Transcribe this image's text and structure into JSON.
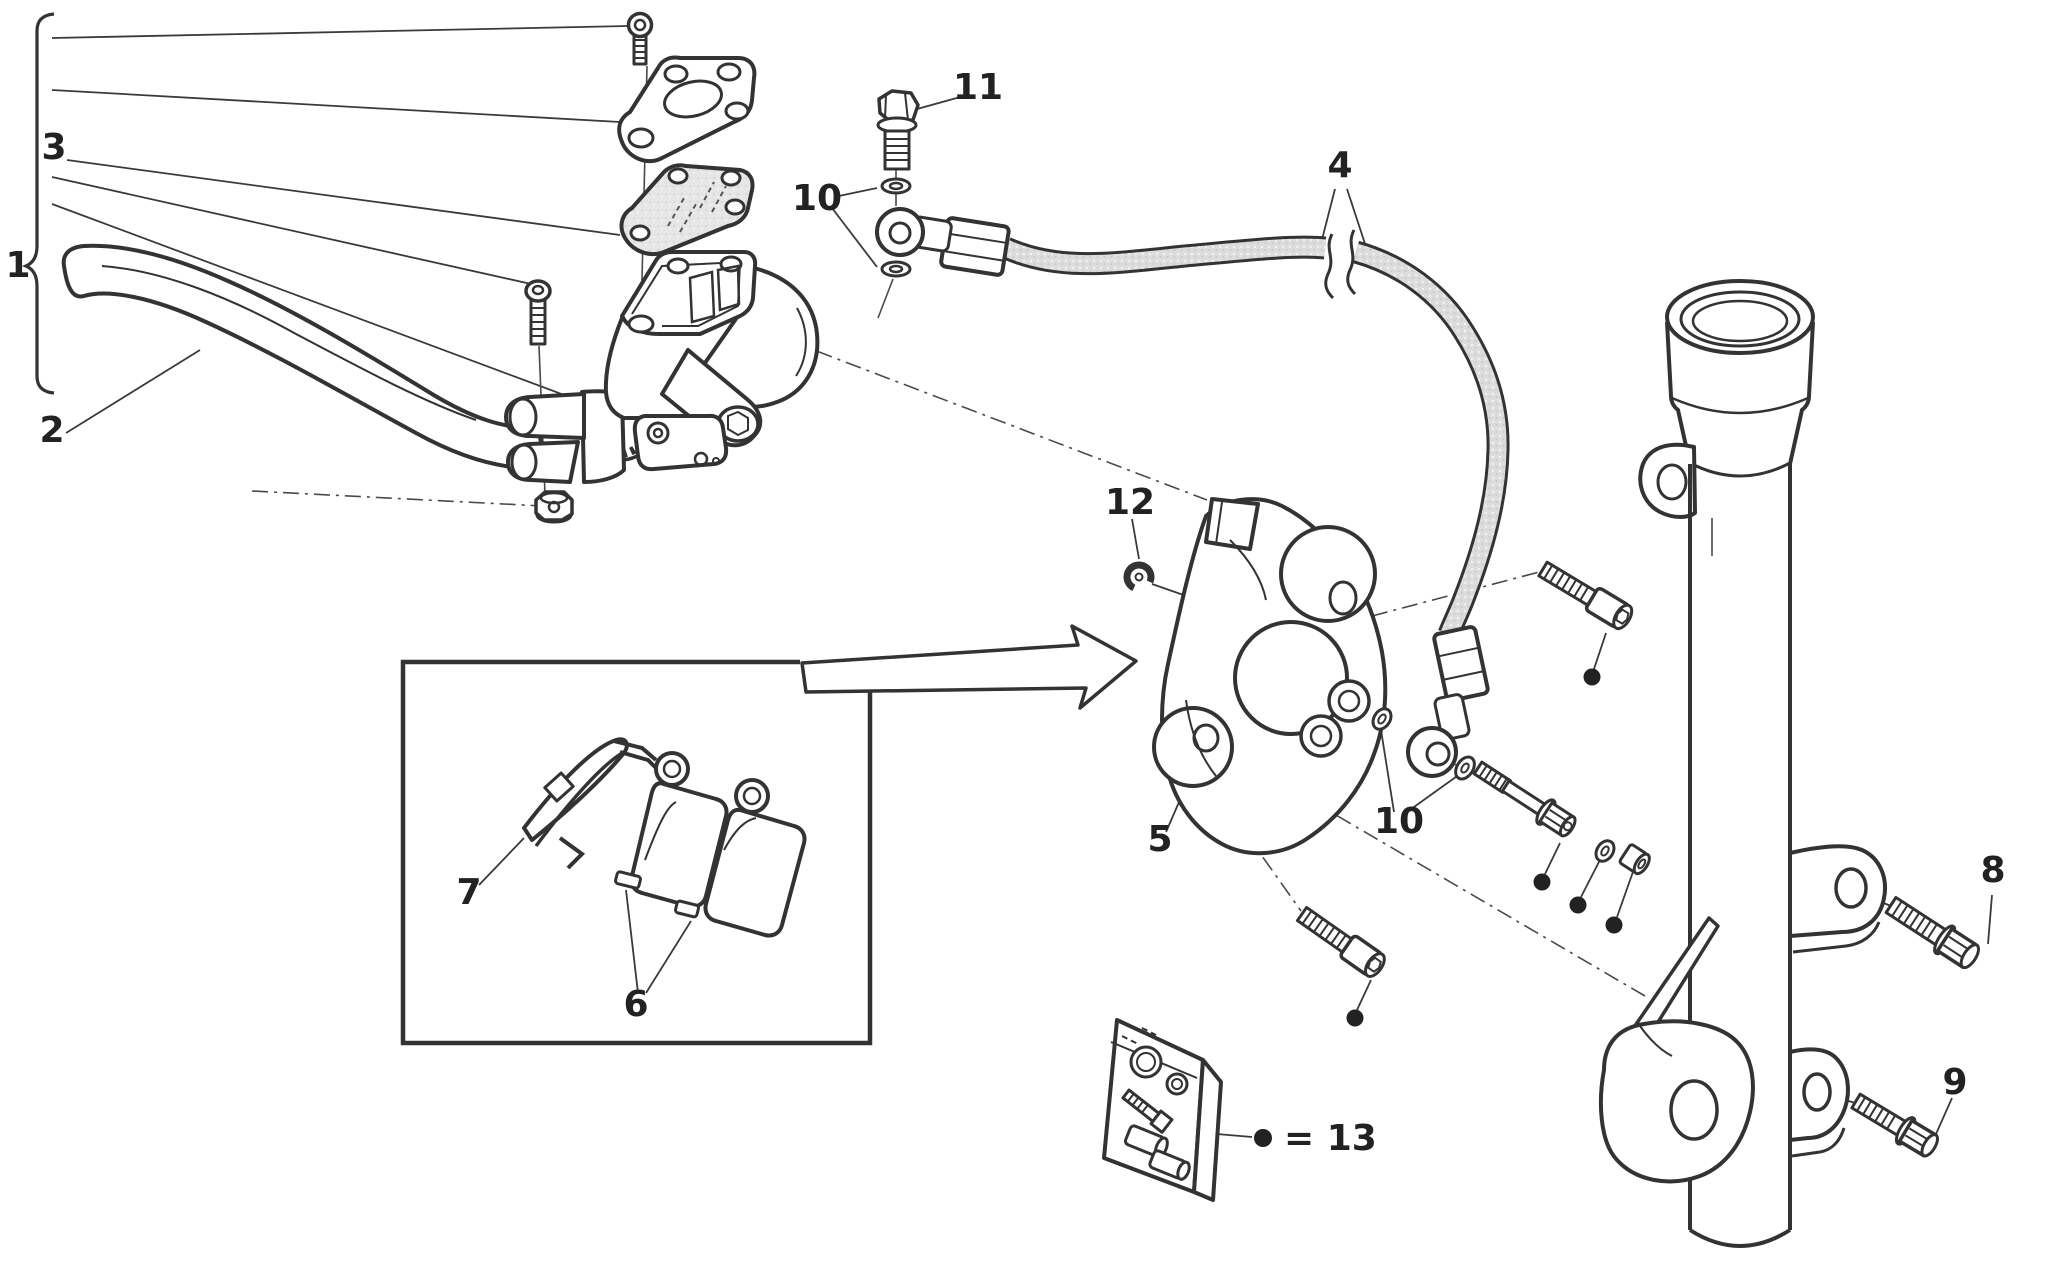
{
  "diagram": {
    "type": "exploded-parts-diagram",
    "subject": "front brake: lever and master cylinder assembly, brake hose, caliper, pads, fork leg",
    "part_labels": {
      "p1": "1",
      "p2": "2",
      "p3": "3",
      "p4": "4",
      "p5": "5",
      "p6": "6",
      "p7": "7",
      "p8": "8",
      "p9": "9",
      "p10": "10",
      "p11": "11",
      "p12": "12"
    },
    "legend": {
      "marker": "filled-dot",
      "text": "= 13"
    },
    "colors": {
      "line": "#333333",
      "hose_fill": "#dcdcdc",
      "diaphragm_fill": "#e6e6e6",
      "marker_dot": "#222222",
      "background": "#ffffff"
    }
  }
}
